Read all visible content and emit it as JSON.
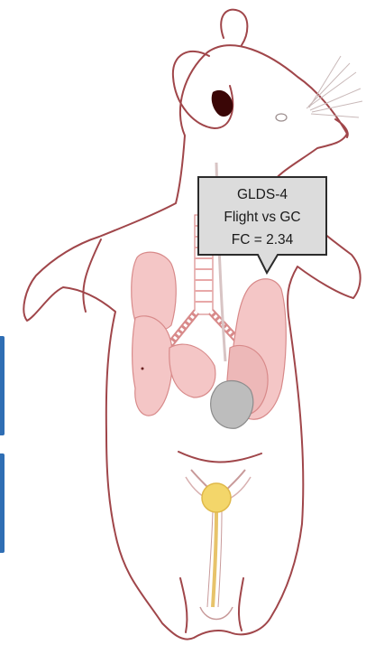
{
  "tooltip": {
    "dataset": "GLDS-4",
    "comparison": "Flight vs GC",
    "fold_change": "FC = 2.34"
  },
  "colors": {
    "outline": "#a0464a",
    "organ_fill": "#f4c6c6",
    "organ_stroke": "#d88a8a",
    "heart_fill": "#bdbdbd",
    "ear_inner": "#3a0606",
    "bladder_fill": "#f3d66a",
    "tooltip_fill": "#dcdcdc",
    "edge_bar": "#2f6eb4"
  }
}
